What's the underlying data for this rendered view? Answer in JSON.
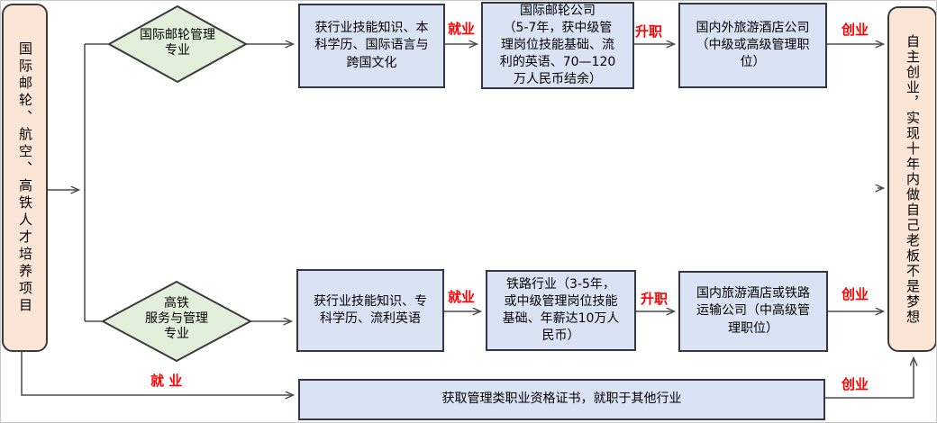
{
  "colors": {
    "terminal_fill": "#FBE5D6",
    "decision_fill": "#E2EFDA",
    "process_fill": "#DAE3F3",
    "shape_border": "#3B3B3B",
    "connector": "#4A4A4A",
    "label_red": "#FF0000",
    "canvas_border": "#C9C9C9"
  },
  "source_box": {
    "text": "国际邮轮、航空、高铁人才培养项目"
  },
  "goal_box": {
    "text": "自主创业，实现十年内做自己老板不是梦想"
  },
  "branch_cruise": {
    "major": "国际邮轮管理\n专业",
    "step_skills": "获行业技能知识、本\n科学历、国际语言与\n跨国文化",
    "label_employment": "就业",
    "step_company": "国际邮轮公司\n（5-7年，获中级管\n理岗位技能基础、流\n利的英语、70—120\n万人民币结余）",
    "label_promotion": "升职",
    "step_hotel": "国内外旅游酒店公司\n（中级或高级管理职\n位）",
    "label_startup": "创业"
  },
  "branch_rail": {
    "major": "高铁\n服务与管理\n专业",
    "step_skills": "获行业技能知识、专\n科学历、流利英语",
    "label_employment": "就业",
    "step_company": "铁路行业（3-5年，\n或中级管理岗位技能\n基础、年薪达10万人\n民币）",
    "label_promotion": "升职",
    "step_hotel": "国内旅游酒店或铁路\n运输公司（中高级管\n理职位）",
    "label_startup": "创业"
  },
  "branch_other": {
    "label_employment": "就 业",
    "step": "获取管理类职业资格证书，就职于其他行业",
    "label_startup": "创业"
  }
}
